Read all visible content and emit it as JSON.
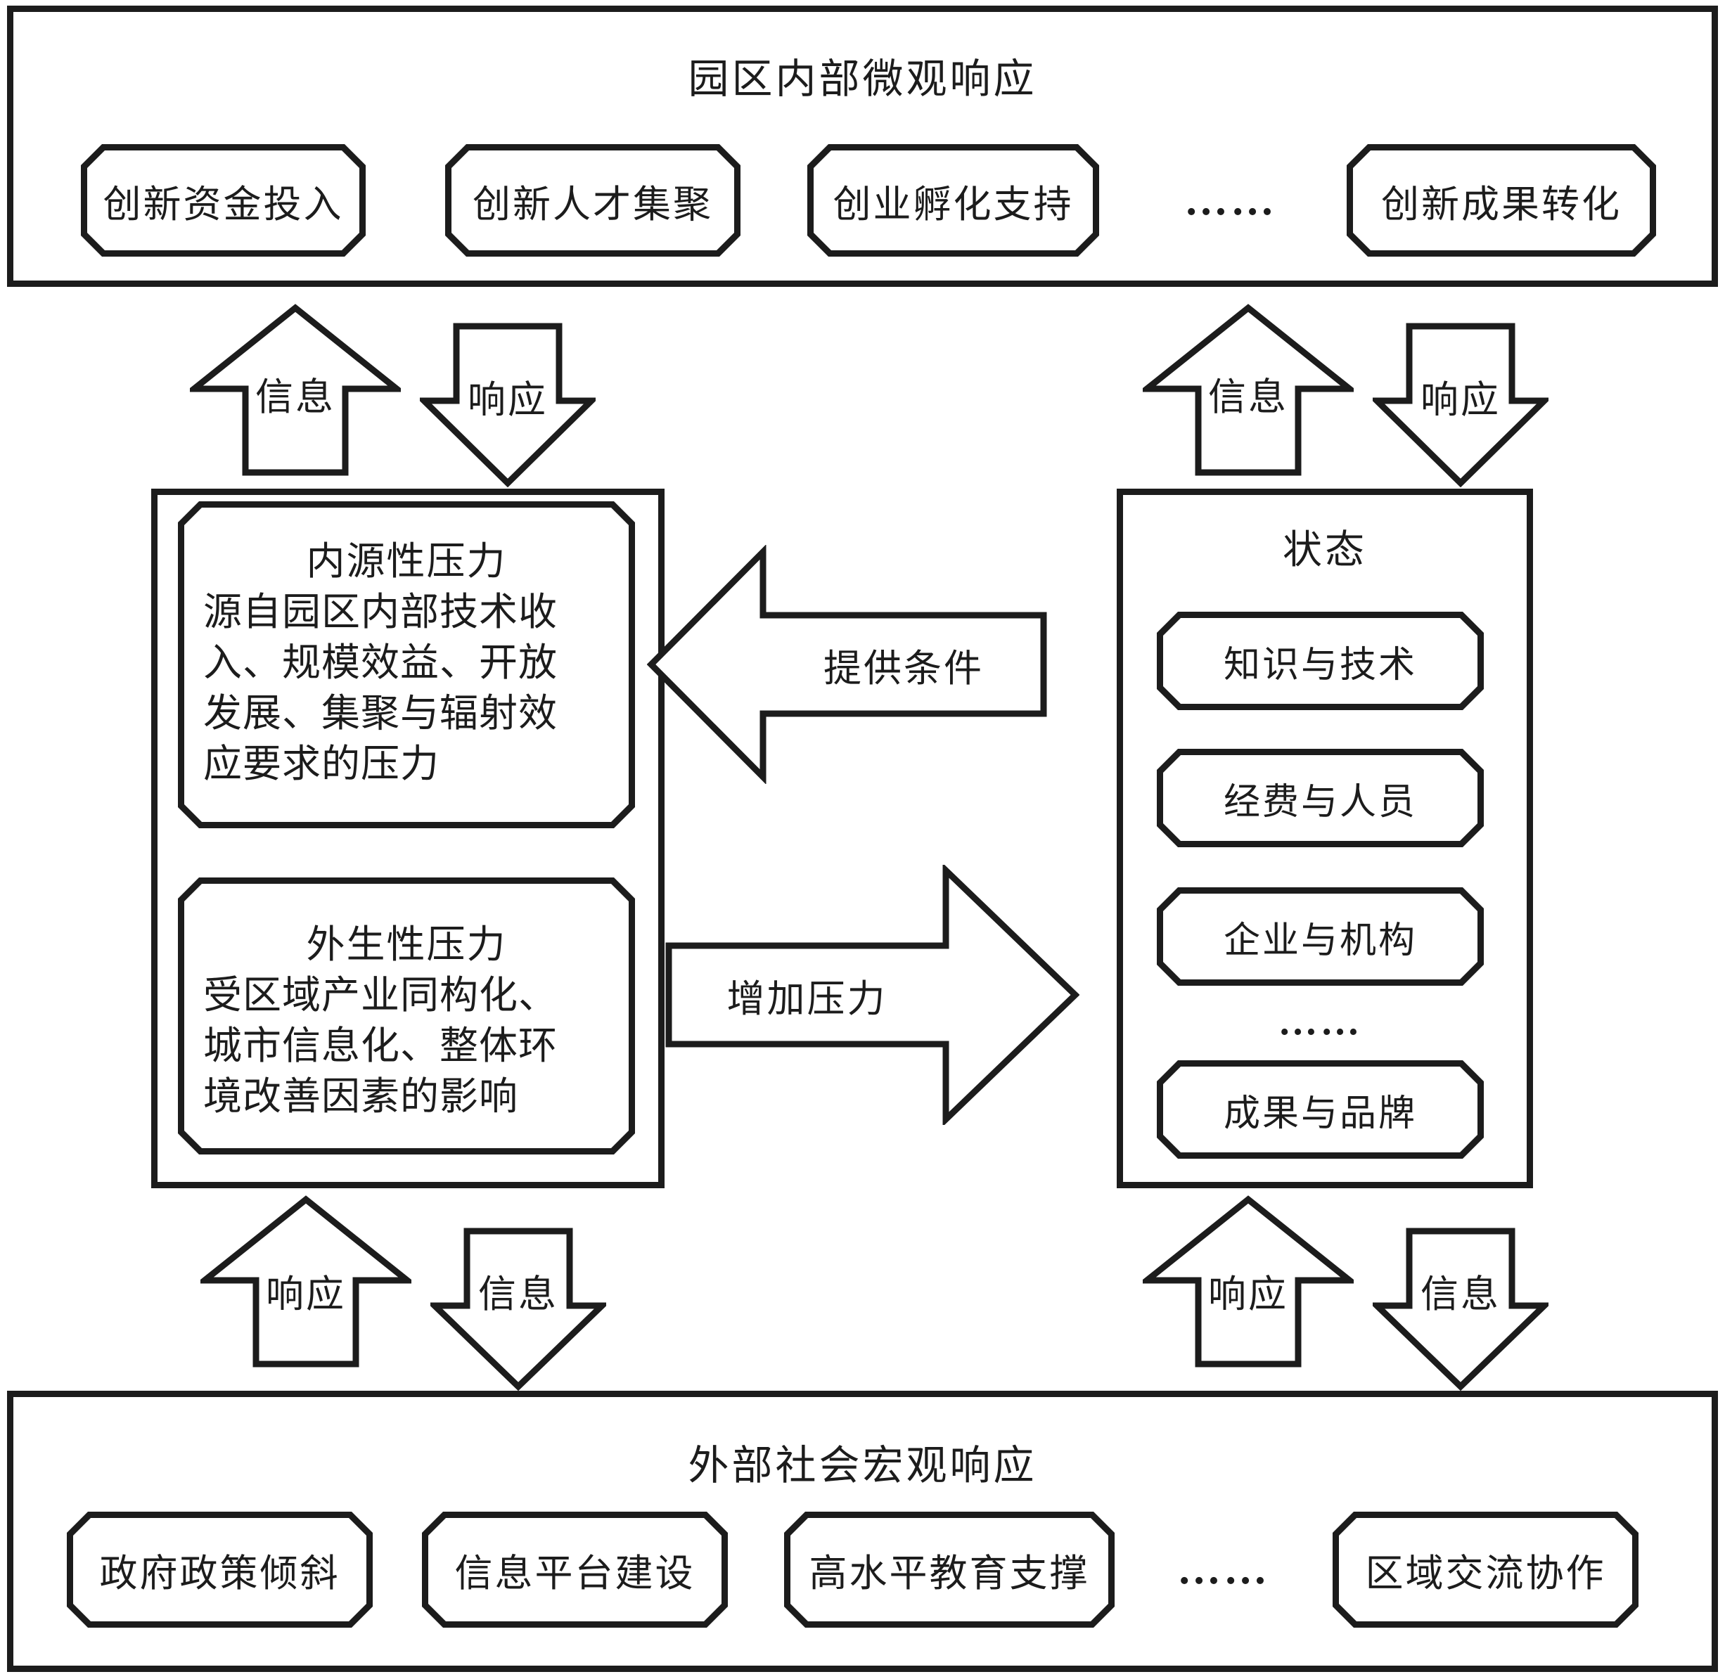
{
  "colors": {
    "line": "#1c1c1c",
    "background": "#ffffff"
  },
  "top_box": {
    "title": "园区内部微观响应",
    "items": [
      "创新资金投入",
      "创新人才集聚",
      "创业孵化支持",
      "创新成果转化"
    ],
    "ellipsis": "……"
  },
  "pressure_box": {
    "endogenous": {
      "title": "内源性压力",
      "body_lines": [
        "源自园区内部技术收",
        "入、规模效益、开放",
        "发展、集聚与辐射效",
        "应要求的压力"
      ]
    },
    "exogenous": {
      "title": "外生性压力",
      "body_lines": [
        "受区域产业同构化、",
        "城市信息化、整体环",
        "境改善因素的影响"
      ]
    }
  },
  "state_box": {
    "title": "状态",
    "items": [
      "知识与技术",
      "经费与人员",
      "企业与机构",
      "成果与品牌"
    ],
    "ellipsis": "……"
  },
  "bottom_box": {
    "title": "外部社会宏观响应",
    "items": [
      "政府政策倾斜",
      "信息平台建设",
      "高水平教育支撑",
      "区域交流协作"
    ],
    "ellipsis": "……"
  },
  "flows": {
    "provide_conditions": "提供条件",
    "increase_pressure": "增加压力",
    "info": "信息",
    "response": "响应"
  }
}
